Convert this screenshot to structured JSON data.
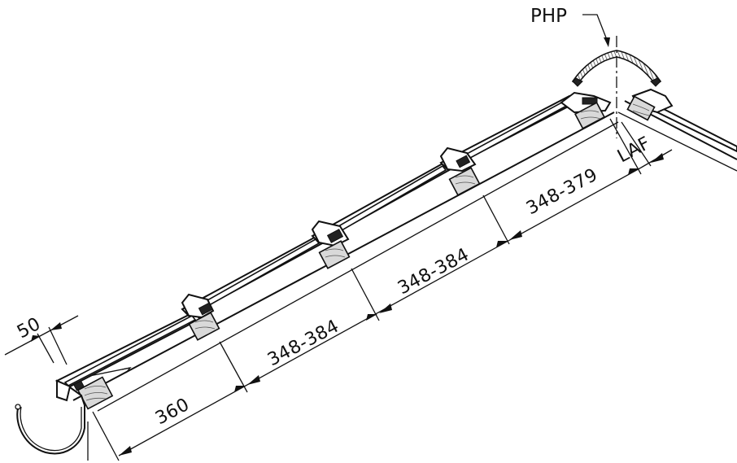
{
  "diagram": {
    "dimensions": {
      "overhang": "50",
      "first_batten": "360",
      "batten_gauge_1": "348-384",
      "batten_gauge_2": "348-384",
      "batten_gauge_3": "348-379",
      "ridge_gap": "LAF"
    },
    "labels": {
      "ridge_piece": "PHP"
    }
  }
}
